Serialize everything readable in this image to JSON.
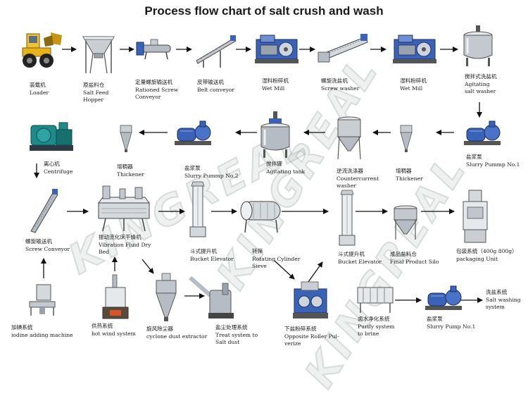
{
  "title": "Process flow chart of salt crush and wash",
  "watermark": "KINGREAL",
  "colors": {
    "machine_blue": "#3a63b8",
    "steel": "#9aa3ad",
    "loader_yellow": "#e8b21a",
    "arrow": "#111111"
  },
  "steps": {
    "loader": {
      "cn": "装载机",
      "en": [
        "Loader"
      ],
      "icon": "wheel-loader-icon"
    },
    "salt_feed_hopper": {
      "cn": "原盐料仓",
      "en": [
        "Salt Feed",
        "Hopper"
      ],
      "icon": "hopper-icon"
    },
    "rationed_screw": {
      "cn": "定量螺旋输送机",
      "en": [
        "Rationed Screw",
        "Conveyor"
      ],
      "icon": "screw-conveyor-icon"
    },
    "belt_conveyor": {
      "cn": "皮带输送机",
      "en": [
        "Belt conveyor"
      ],
      "icon": "belt-conveyor-icon"
    },
    "wet_mill_1": {
      "cn": "湿料粉碎机",
      "en": [
        "Wet Mill"
      ],
      "icon": "wet-mill-icon"
    },
    "screw_washer": {
      "cn": "螺旋洗盐机",
      "en": [
        "Screw washer"
      ],
      "icon": "screw-washer-icon"
    },
    "wet_mill_2": {
      "cn": "湿料粉碎机",
      "en": [
        "Wet Mill"
      ],
      "icon": "wet-mill-icon"
    },
    "agitating_washer": {
      "cn": "搅拌式洗盐机",
      "en": [
        "Agitating",
        "salt washer"
      ],
      "icon": "agitating-washer-icon"
    },
    "slurry_pump_1": {
      "cn": "盐浆泵",
      "en": [
        "Slurry Pummp No.1"
      ],
      "icon": "pump-icon"
    },
    "thickener_1": {
      "cn": "增稠器",
      "en": [
        "Thickener"
      ],
      "icon": "thickener-icon"
    },
    "countercurrent_washer": {
      "cn": "逆流洗涤器",
      "en": [
        "Countercurrent",
        "washer"
      ],
      "icon": "countercurrent-washer-icon"
    },
    "agitating_tank": {
      "cn": "搅拌罐",
      "en": [
        "Agitating tank"
      ],
      "icon": "agitating-tank-icon"
    },
    "slurry_pump_2": {
      "cn": "盐浆泵",
      "en": [
        "Slurry Pummp No.2"
      ],
      "icon": "pump-icon"
    },
    "thickener_2": {
      "cn": "增稠器",
      "en": [
        "Thickener"
      ],
      "icon": "thickener-icon"
    },
    "centrifuge": {
      "cn": "离心机",
      "en": [
        "Centrifuge"
      ],
      "icon": "centrifuge-icon"
    },
    "screw_conveyor": {
      "cn": "螺旋输送机",
      "en": [
        "Screw Conveyor"
      ],
      "icon": "inclined-screw-icon"
    },
    "vibration_dryer": {
      "cn": "振动流化床干燥机",
      "en": [
        "Vibration Fluid Dry",
        "Bed"
      ],
      "icon": "fluid-bed-dryer-icon"
    },
    "bucket_elevator_1": {
      "cn": "斗式提升机",
      "en": [
        "Bucket Elevator"
      ],
      "icon": "bucket-elevator-icon"
    },
    "rotating_sieve": {
      "cn": "转筛",
      "en": [
        "Rotating Cylinder",
        "Sieve"
      ],
      "icon": "rotating-sieve-icon"
    },
    "bucket_elevator_2": {
      "cn": "斗式提升机",
      "en": [
        "Bucket Elevator"
      ],
      "icon": "bucket-elevator-icon"
    },
    "final_silo": {
      "cn": "成品盐料仓",
      "en": [
        "Final Product Silo"
      ],
      "icon": "silo-icon"
    },
    "packaging": {
      "cn": "包装系统（400g 800g）",
      "en": [
        "packaging  Unit"
      ],
      "icon": "packaging-machine-icon"
    },
    "iodine": {
      "cn": "加碘系统",
      "en": [
        "iodine adding machine"
      ],
      "icon": "iodine-machine-icon"
    },
    "hot_wind": {
      "cn": "供热系统",
      "en": [
        "hot wind system"
      ],
      "icon": "boiler-icon"
    },
    "cyclone": {
      "cn": "旋风除尘器",
      "en": [
        "cyclone dust extractor"
      ],
      "icon": "cyclone-icon"
    },
    "dust_treat": {
      "cn": "盐尘处理系统",
      "en": [
        "Treat system to",
        "Salt dust"
      ],
      "icon": "dust-treatment-icon"
    },
    "roller_pulverize": {
      "cn": "下盐粉碎系统",
      "en": [
        "Opposite Roller Pul-",
        "verize"
      ],
      "icon": "roller-pulverizer-icon"
    },
    "purify": {
      "cn": "卤水净化系统",
      "en": [
        "Purify system",
        "to brine"
      ],
      "icon": "brine-purifier-icon"
    },
    "slurry_pump_3": {
      "cn": "盐浆泵",
      "en": [
        "Slurry Pump No.1"
      ],
      "icon": "pump-icon"
    },
    "salt_washing": {
      "cn": "洗盐系统",
      "en": [
        "Salt washing",
        "system"
      ],
      "icon": ""
    }
  }
}
